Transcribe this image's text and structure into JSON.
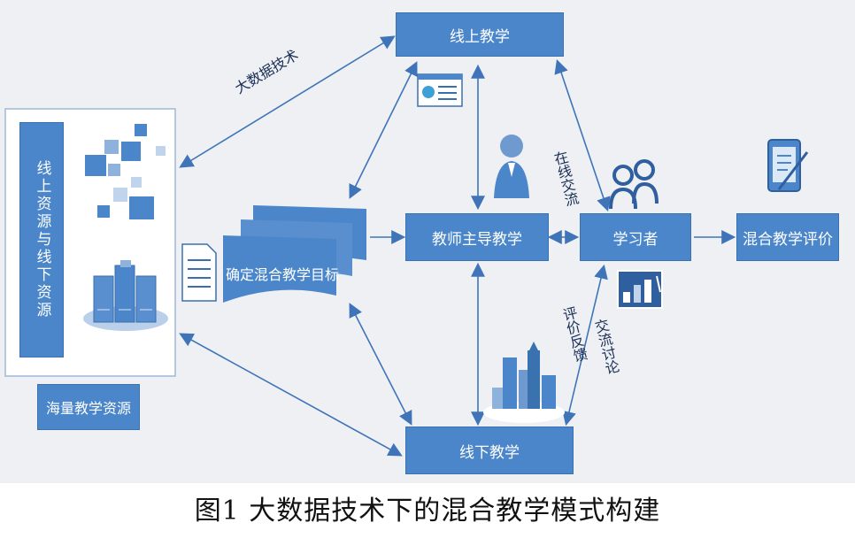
{
  "nodes": {
    "online_teaching": "线上教学",
    "teacher_led": "教师主导教学",
    "learner": "学习者",
    "evaluation": "混合教学评价",
    "offline_teaching": "线下教学",
    "goal": "确定混合教学目标",
    "resources_vertical": "线上资源与线下资源",
    "massive_resources": "海量教学资源"
  },
  "edge_labels": {
    "big_data": "大数据技术",
    "online_exchange": "在线交流",
    "feedback": "评价反馈",
    "discussion": "交流讨论"
  },
  "caption": "图1  大数据技术下的混合教学模式构建",
  "colors": {
    "box": "#4a86c9",
    "arrow": "#3f74b8",
    "background": "#eef0f4"
  }
}
